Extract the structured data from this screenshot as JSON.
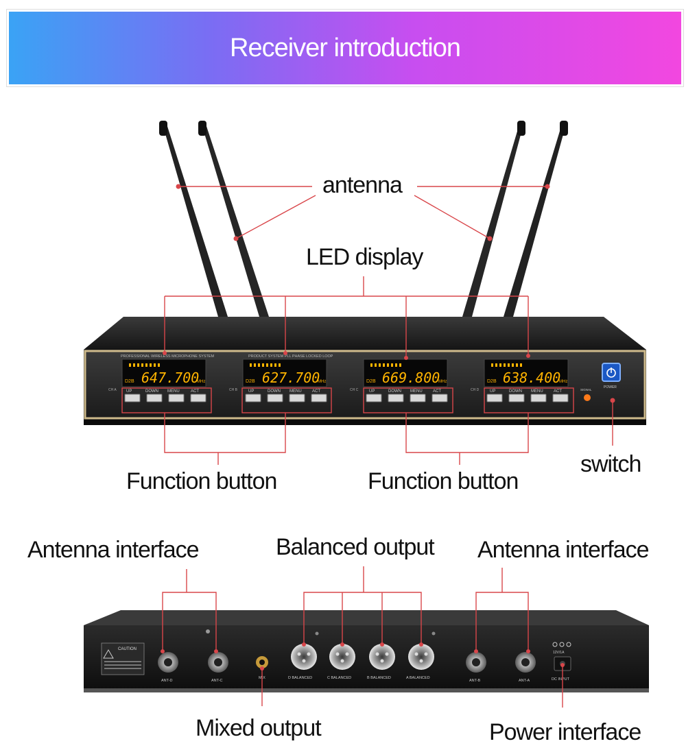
{
  "banner": {
    "title": "Receiver introduction"
  },
  "front": {
    "labels": {
      "antenna": "antenna",
      "led_display": "LED display",
      "function_button_left": "Function button",
      "function_button_right": "Function button",
      "switch": "switch"
    },
    "panel_text": {
      "header_left": "PROFESSIONAL WIRELESS MICROPHONE SYSTEM",
      "header_right": "PRODUCT SYSTEM  PLL PHASE LOCKED LOOP",
      "buttons": [
        "UP",
        "DOWN",
        "MENU",
        "ACT"
      ],
      "channels": [
        {
          "ch": "CH A",
          "freq": "647.700",
          "unit": "MHz"
        },
        {
          "ch": "CH B",
          "freq": "627.700",
          "unit": "MHz"
        },
        {
          "ch": "CH C",
          "freq": "669.800",
          "unit": "MHz"
        },
        {
          "ch": "CH D",
          "freq": "638.400",
          "unit": "MHz"
        }
      ],
      "power": "POWER",
      "signal": "SIGNAL"
    }
  },
  "rear": {
    "labels": {
      "antenna_interface_left": "Antenna interface",
      "balanced_output": "Balanced output",
      "antenna_interface_right": "Antenna interface",
      "mixed_output": "Mixed output",
      "power_interface": "Power interface"
    },
    "panel_text": {
      "caution": "CAUTION",
      "ports": [
        "ANT-D",
        "ANT-C",
        "MIX",
        "D BALANCED",
        "C BALANCED",
        "B BALANCED",
        "A BALANCED",
        "ANT-B",
        "ANT-A",
        "DC INPUT"
      ],
      "dc_spec": "12V/1A"
    }
  },
  "colors": {
    "callout": "#d9464a",
    "panel": "#1c1c1c",
    "display": "#ffb400",
    "bezel": "#cdb98a"
  }
}
